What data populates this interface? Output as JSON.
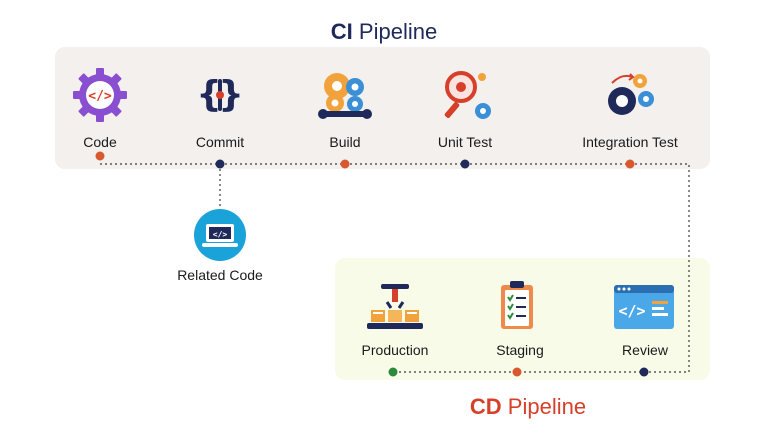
{
  "ci_pipeline": {
    "title_bold": "CI",
    "title_rest": " Pipeline",
    "stages": [
      {
        "label": "Code",
        "icon": "code-gear-icon"
      },
      {
        "label": "Commit",
        "icon": "commit-braces-icon"
      },
      {
        "label": "Build",
        "icon": "build-gears-wrench-icon"
      },
      {
        "label": "Unit Test",
        "icon": "magnifier-gear-icon"
      },
      {
        "label": "Integration Test",
        "icon": "integration-gears-icon"
      }
    ]
  },
  "branch": {
    "label": "Related Code",
    "icon": "laptop-code-icon"
  },
  "cd_pipeline": {
    "title_bold": "CD",
    "title_rest": " Pipeline",
    "stages": [
      {
        "label": "Production",
        "icon": "factory-robot-arm-icon"
      },
      {
        "label": "Staging",
        "icon": "clipboard-checklist-icon"
      },
      {
        "label": "Review",
        "icon": "browser-code-icon"
      }
    ]
  },
  "colors": {
    "ci_panel": "#f3f0ee",
    "cd_panel": "#f9fbe9",
    "navy": "#1f2a5a",
    "red": "#d6402b",
    "green": "#2c8a3a",
    "dot_orange": "#d9582e"
  }
}
